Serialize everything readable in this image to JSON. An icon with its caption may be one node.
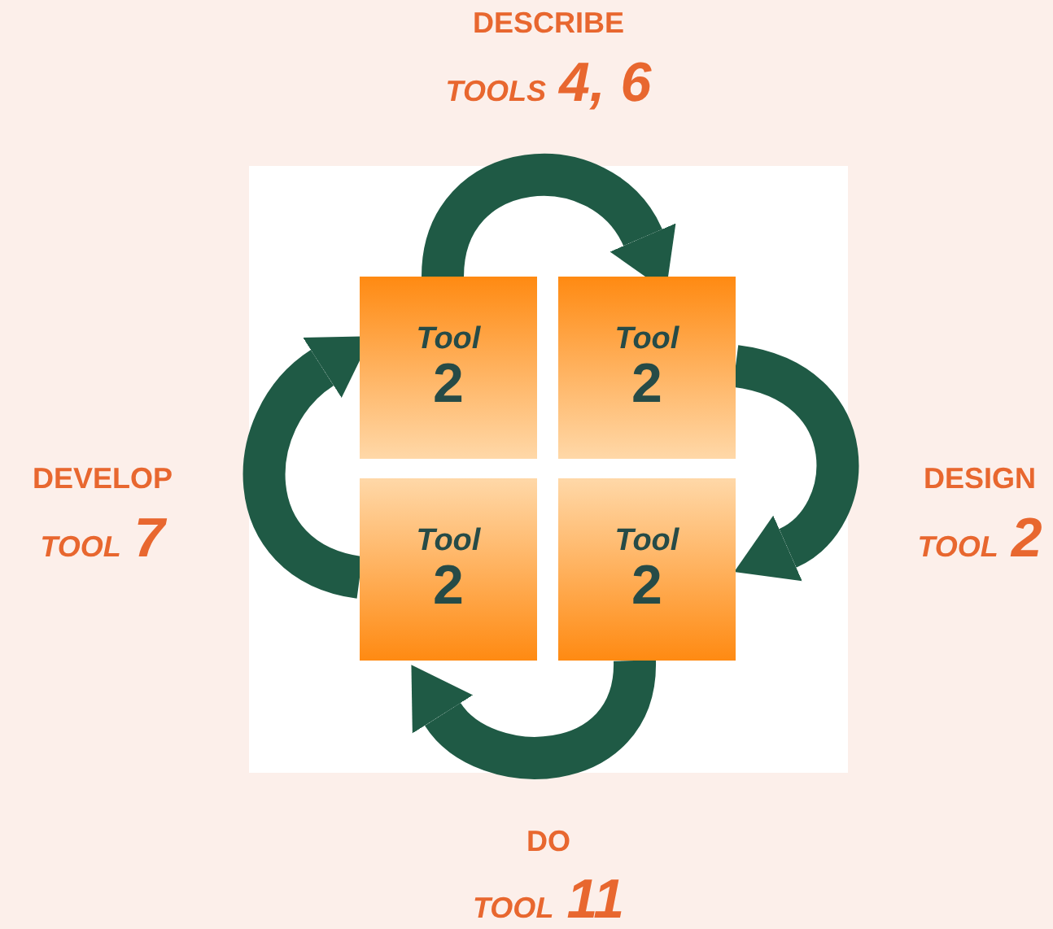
{
  "diagram": {
    "nodes": [
      {
        "text": [
          "Tool",
          "2"
        ]
      },
      {
        "text": [
          "Tool",
          "2"
        ]
      },
      {
        "text": [
          "Tool",
          "2"
        ]
      },
      {
        "text": [
          "Tool",
          "2"
        ]
      }
    ],
    "edges": [
      {
        "from": 0,
        "to": 1,
        "arrow": "to"
      },
      {
        "from": 1,
        "to": 3,
        "arrow": "to"
      },
      {
        "from": 3,
        "to": 2,
        "arrow": "to"
      },
      {
        "from": 2,
        "to": 0,
        "arrow": "to"
      }
    ],
    "labels": [
      "DESCRIBE",
      "TOOLS",
      "4, 6",
      "DEVELOP",
      "TOOL",
      "7",
      "DESIGN",
      "TOOL",
      "2",
      "DO",
      "TOOL",
      "11"
    ]
  }
}
